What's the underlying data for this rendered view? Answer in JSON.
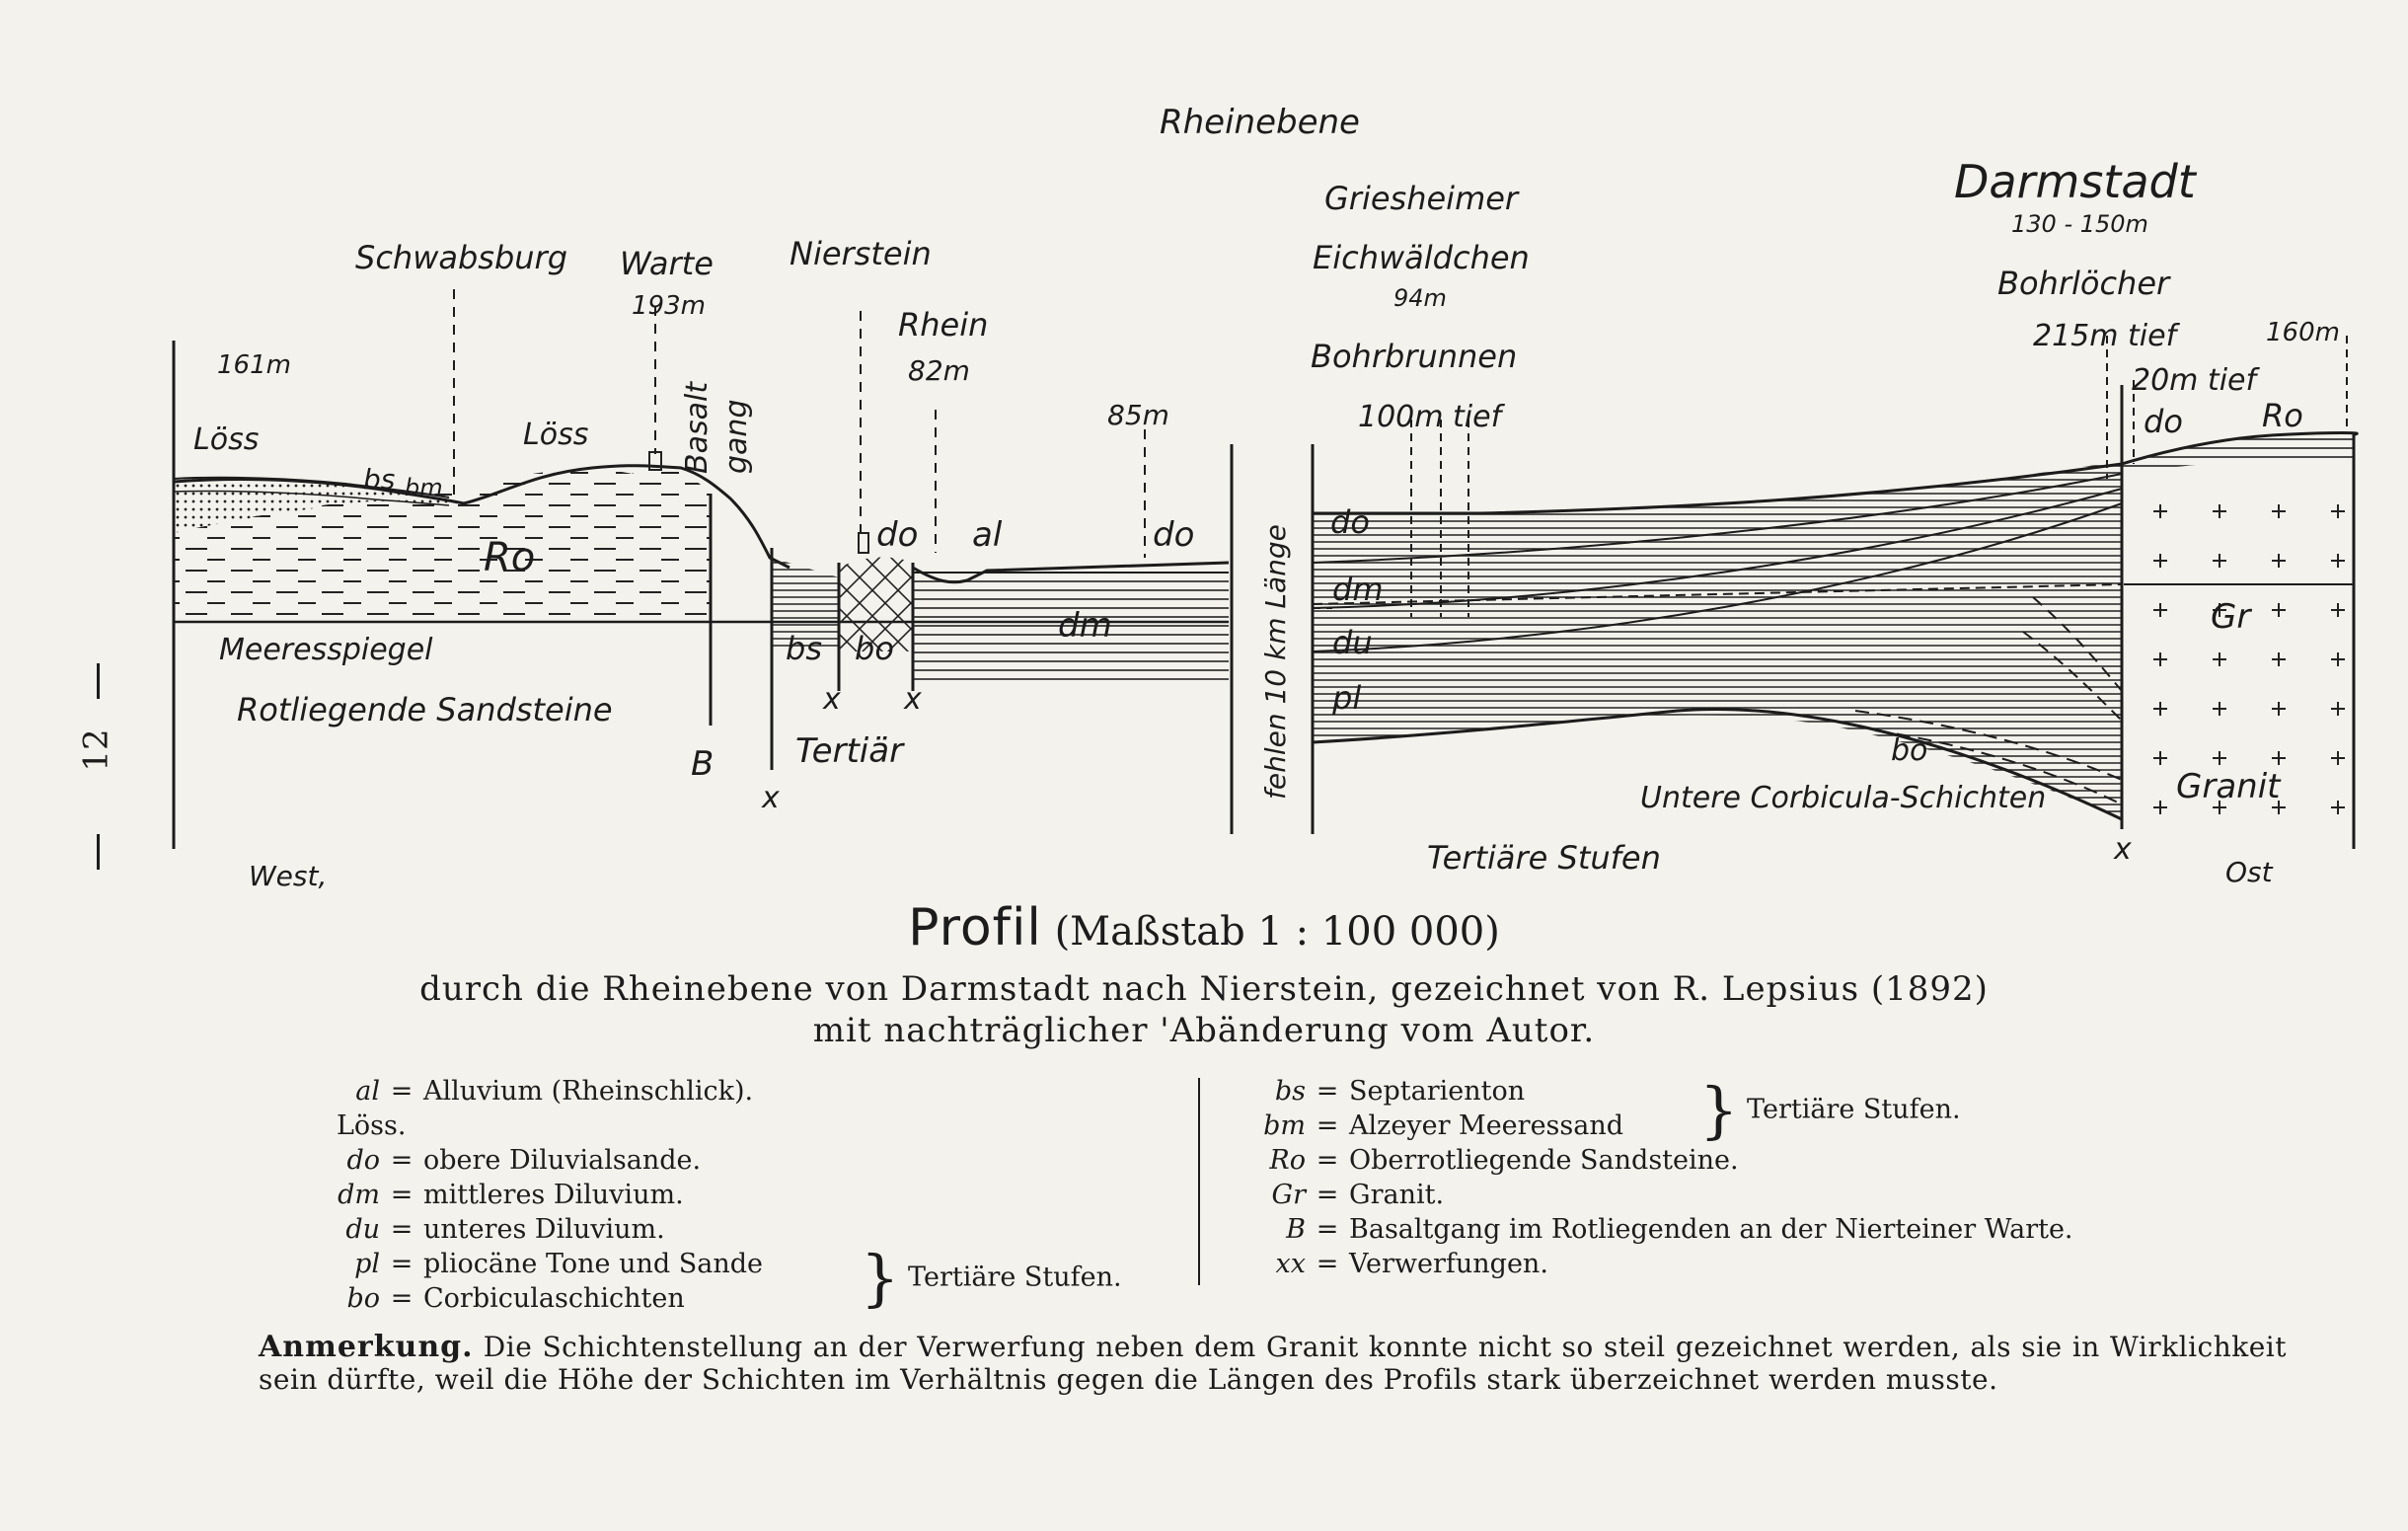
{
  "diagram": {
    "top_label": "Rheinebene",
    "place_labels": {
      "schwabsburg": "Schwabsburg",
      "warte": "Warte",
      "warte_height": "193m",
      "nierstein": "Nierstein",
      "rhein": "Rhein",
      "rhein_height": "82m",
      "h161": "161m",
      "h85": "85m",
      "griesheimer": "Griesheimer",
      "eichwaeldchen": "Eichwäldchen",
      "eich_height": "94m",
      "bohrbrunnen": "Bohrbrunnen",
      "bohr_depth": "100m tief",
      "darmstadt": "Darmstadt",
      "darmstadt_height": "130 - 150m",
      "bohrloecher": "Bohrlöcher",
      "bohr215": "215m tief",
      "bohr20": "20m tief",
      "h160": "160m"
    },
    "layer_labels": {
      "loess_left": "Löss",
      "loess_mid": "Löss",
      "bs": "bs",
      "bm": "bm",
      "ro": "Ro",
      "basalt": "Basalt",
      "gang": "gang",
      "do_1": "do",
      "al": "al",
      "do_2": "do",
      "dm_1": "dm",
      "bs_2": "bs",
      "bo_1": "bo",
      "do_3": "do",
      "dm_2": "dm",
      "du": "du",
      "pl": "pl",
      "bo_2": "bo",
      "do_4": "do",
      "ro_2": "Ro",
      "gr": "Gr",
      "granit": "Granit",
      "meeresspiegel": "Meeresspiegel",
      "rotliegende": "Rotliegende Sandsteine",
      "b": "B",
      "tertiaer": "Tertiär",
      "x1": "x",
      "x2": "x",
      "x3": "x",
      "x4": "x",
      "fehlen": "fehlen 10 km Länge",
      "untere": "Untere Corbicula-Schichten",
      "tertiaere_stufen": "Tertiäre Stufen",
      "west": "West,",
      "ost": "Ost"
    }
  },
  "caption": {
    "title_big": "Profil",
    "title_scale": "(Maßstab 1 : 100 000)",
    "line1": "durch die Rheinebene von Darmstadt nach Nierstein, gezeichnet von R. Lepsius (1892)",
    "line2": "mit nachträglicher 'Abänderung vom Autor."
  },
  "legend_left": [
    {
      "abbr": "al",
      "text": "Alluvium (Rheinschlick)."
    },
    {
      "abbr": "",
      "text": "Löss."
    },
    {
      "abbr": "do",
      "text": "obere Diluvialsande."
    },
    {
      "abbr": "dm",
      "text": "mittleres Diluvium."
    },
    {
      "abbr": "du",
      "text": "unteres Diluvium."
    },
    {
      "abbr": "pl",
      "text": "pliocäne Tone und Sande"
    },
    {
      "abbr": "bo",
      "text": "Corbiculaschichten"
    }
  ],
  "legend_left_group": "Tertiäre Stufen.",
  "legend_right": [
    {
      "abbr": "bs",
      "text": "Septarienton"
    },
    {
      "abbr": "bm",
      "text": "Alzeyer Meeressand"
    },
    {
      "abbr": "Ro",
      "text": "Oberrotliegende Sandsteine."
    },
    {
      "abbr": "Gr",
      "text": "Granit."
    },
    {
      "abbr": "B",
      "text": "Basaltgang im Rotliegenden an der Nierteiner Warte."
    },
    {
      "abbr": "xx",
      "text": "Verwerfungen."
    }
  ],
  "legend_right_group": "Tertiäre Stufen.",
  "note": {
    "label": "Anmerkung.",
    "text": "Die Schichtenstellung an der Verwerfung neben dem Granit konnte nicht so steil gezeichnet werden, als sie in Wirklichkeit sein dürfte, weil die Höhe der Schichten im Verhältnis gegen die Längen des Profils stark überzeichnet werden musste."
  },
  "page_number": "12"
}
